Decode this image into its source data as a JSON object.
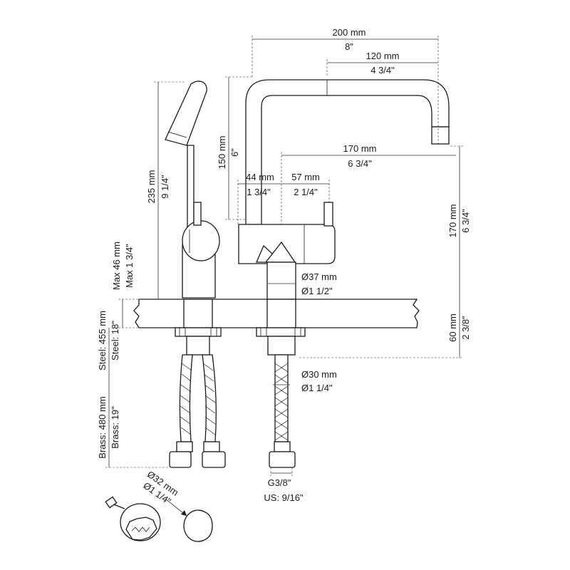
{
  "dimensions": {
    "width_total": {
      "mm": "200 mm",
      "in": "8\""
    },
    "spout_reach": {
      "mm": "120 mm",
      "in": "4 3/4\""
    },
    "spout_height": {
      "mm": "150 mm",
      "in": "6\""
    },
    "outlet_to_base": {
      "mm": "170 mm",
      "in": "6 3/4\""
    },
    "body_left": {
      "mm": "44 mm",
      "in": "1 3/4\""
    },
    "body_right": {
      "mm": "57 mm",
      "in": "2 1/4\""
    },
    "side_height": {
      "mm": "235 mm",
      "in": "9 1/4\""
    },
    "outlet_height": {
      "mm": "170 mm",
      "in": "6 3/4\""
    },
    "base_diameter": {
      "mm": "Ø37 mm",
      "in": "Ø1 1/2\""
    },
    "counter_max": {
      "mm": "Max 46 mm",
      "in": "Max 1 3/4\""
    },
    "shank_length": {
      "mm": "60 mm",
      "in": "2 3/8\""
    },
    "hose_steel": {
      "mm": "Steel: 455 mm",
      "in": "Steel: 18\""
    },
    "hose_brass": {
      "mm": "Brass: 480 mm",
      "in": "Brass: 19\""
    },
    "shank_diameter": {
      "mm": "Ø30 mm",
      "in": "Ø1 1/4\""
    },
    "thread": {
      "g": "G3/8\"",
      "us": "US: 9/16\""
    },
    "hole_saw": {
      "mm": "Ø32 mm",
      "in": "Ø1 1/4\""
    }
  }
}
